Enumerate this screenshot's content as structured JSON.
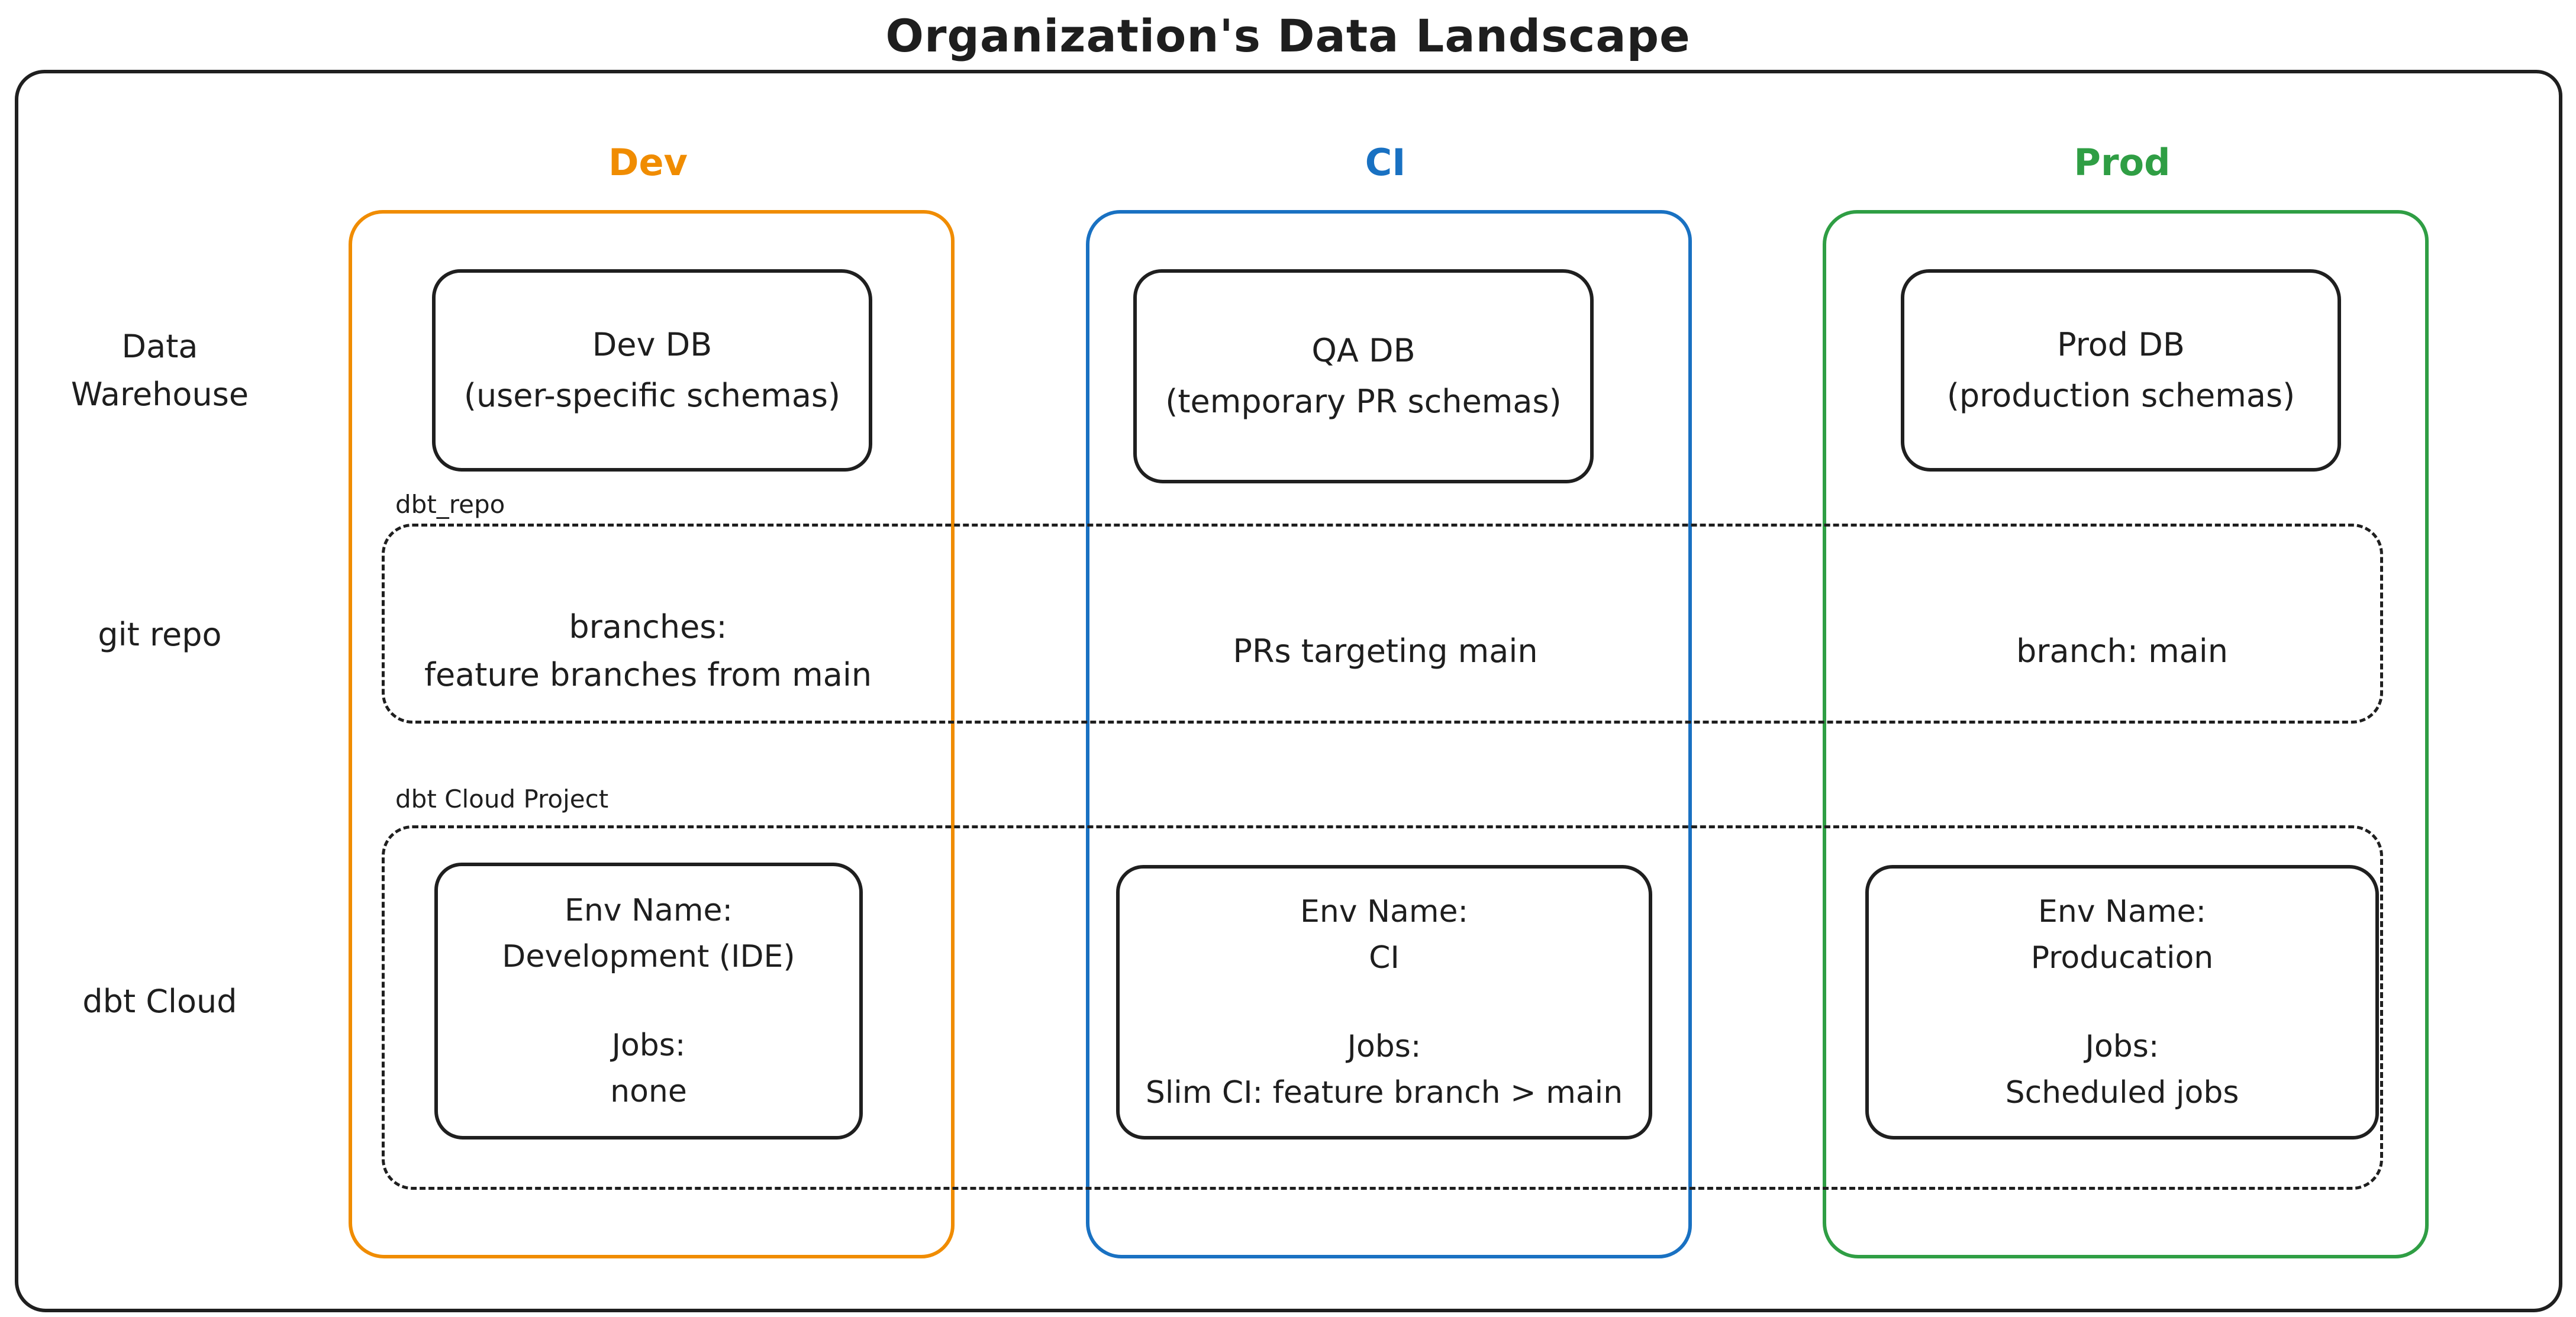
{
  "title": "Organization's Data Landscape",
  "rows": [
    {
      "label": "Data Warehouse"
    },
    {
      "label": "git repo"
    },
    {
      "label": "dbt Cloud"
    }
  ],
  "bands": {
    "git_repo": {
      "label": "dbt_repo"
    },
    "dbt_cloud": {
      "label": "dbt Cloud Project"
    }
  },
  "colors": {
    "dev": "#f08c00",
    "ci": "#1971c2",
    "prod": "#2f9e44",
    "stroke": "#1f1f1f"
  },
  "columns": [
    {
      "label": "Dev",
      "db_box": {
        "title": "Dev DB",
        "subtitle": "(user-specific schemas)"
      },
      "git_text": "branches:\nfeature branches from main",
      "env_box": {
        "env_name_label": "Env Name:",
        "env_name": "Development (IDE)",
        "jobs_label": "Jobs:",
        "jobs": "none"
      }
    },
    {
      "label": "CI",
      "db_box": {
        "title": "QA DB",
        "subtitle": "(temporary PR schemas)"
      },
      "git_text": "PRs targeting main",
      "env_box": {
        "env_name_label": "Env Name:",
        "env_name": "CI",
        "jobs_label": "Jobs:",
        "jobs": "Slim CI: feature branch > main"
      }
    },
    {
      "label": "Prod",
      "db_box": {
        "title": "Prod DB",
        "subtitle": "(production schemas)"
      },
      "git_text": "branch: main",
      "env_box": {
        "env_name_label": "Env Name:",
        "env_name": "Producation",
        "jobs_label": "Jobs:",
        "jobs": "Scheduled jobs"
      }
    }
  ]
}
